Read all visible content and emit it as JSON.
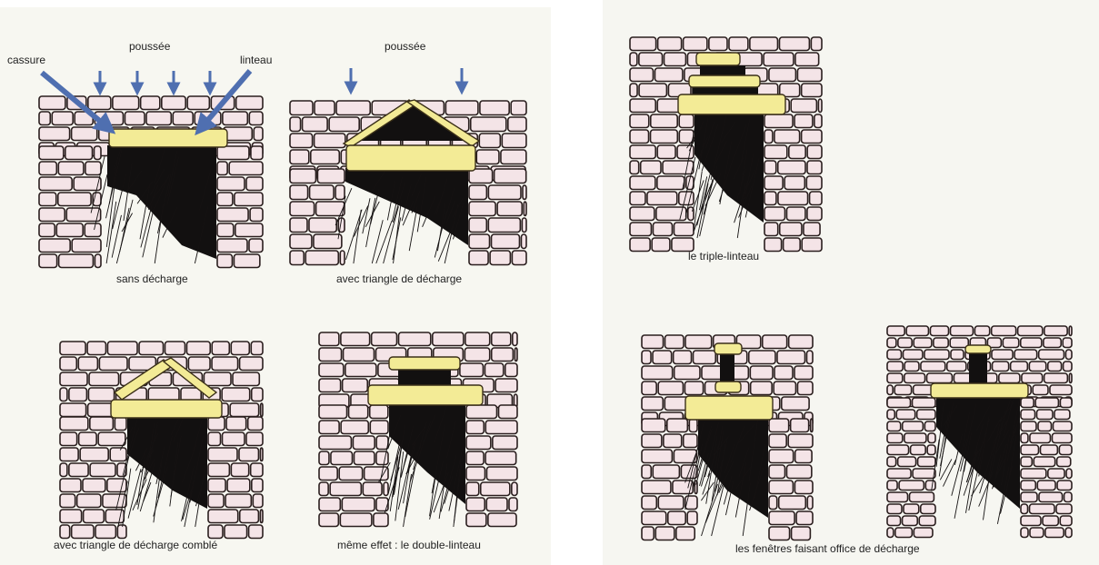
{
  "labels": {
    "cassure": "cassure",
    "poussee_1": "poussée",
    "linteau": "linteau",
    "poussee_2": "poussée",
    "sans_decharge": "sans décharge",
    "triangle": "avec triangle de décharge",
    "triangle_comble": "avec triangle de décharge comblé",
    "double_linteau": "même effet : le double-linteau",
    "triple_linteau": "le triple-linteau",
    "fenetres": "les fenêtres faisant office de décharge"
  },
  "colors": {
    "stone_fill": "#f4e4e7",
    "stone_outline": "#2a1e1e",
    "lintel": "#f3eb96",
    "arrow_blue": "#4f6fb0",
    "shadow": "#121010"
  }
}
